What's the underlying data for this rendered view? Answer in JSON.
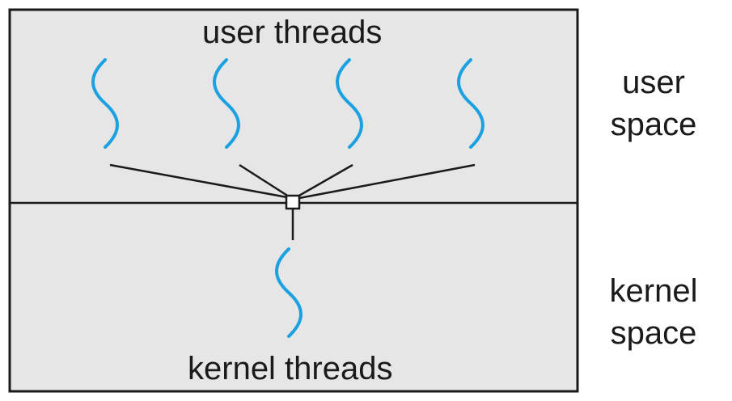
{
  "diagram": {
    "user_threads_label": "user threads",
    "kernel_threads_label": "kernel threads",
    "user_space": {
      "line1": "user",
      "line2": "space"
    },
    "kernel_space": {
      "line1": "kernel",
      "line2": "space"
    }
  },
  "colors": {
    "user_region": "#e6e6e6",
    "kernel_region": "#e6e6e6",
    "thread": "#1ba1e2",
    "stroke": "#1a1a1a"
  },
  "icons": {
    "thread": "wavy-thread-icon",
    "mapping_node": "square-node-icon"
  }
}
